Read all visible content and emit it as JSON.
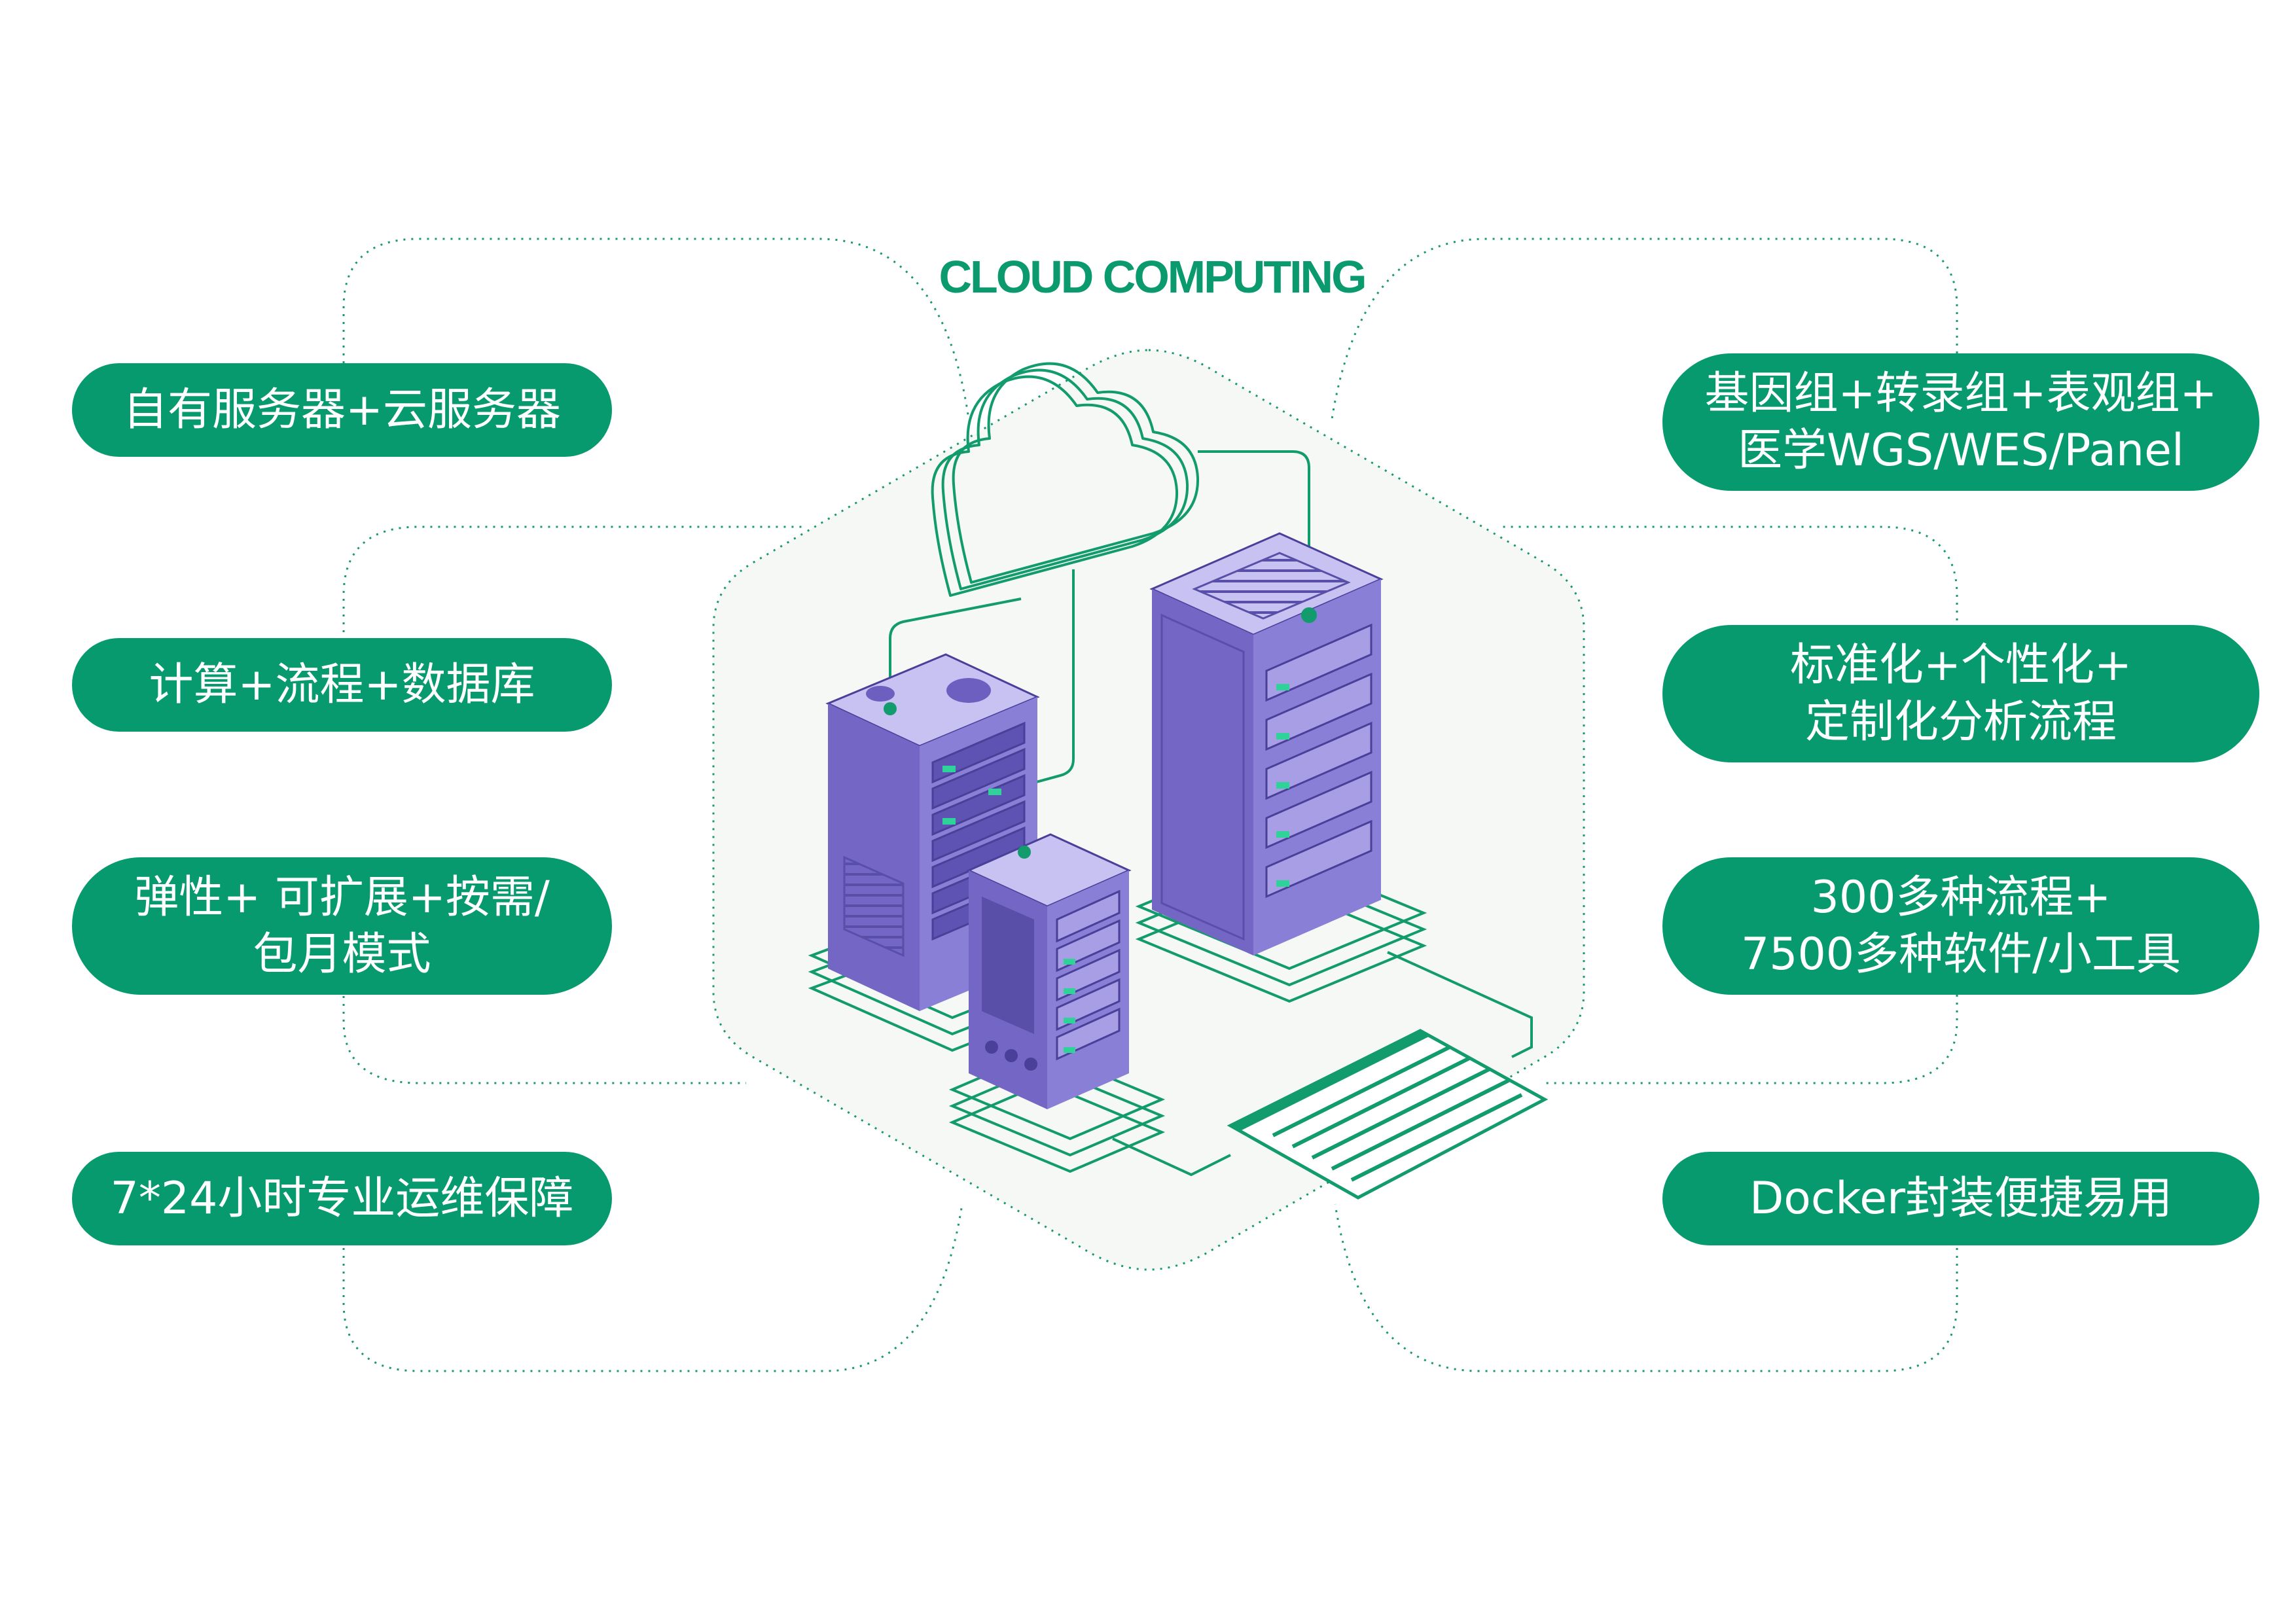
{
  "title": "CLOUD COMPUTING",
  "colors": {
    "accent_green": "#089a6f",
    "server_purple": "#7466c4",
    "server_top": "#c9c3f2",
    "hexagon_fill": "#f6f8f6"
  },
  "left_features": [
    {
      "lines": [
        "自有服务器+云服务器"
      ]
    },
    {
      "lines": [
        "计算+流程+数据库"
      ]
    },
    {
      "lines": [
        "弹性+ 可扩展+按需/",
        "包月模式"
      ]
    },
    {
      "lines": [
        "7*24小时专业运维保障"
      ]
    }
  ],
  "right_features": [
    {
      "lines": [
        "基因组+转录组+表观组+",
        "医学WGS/WES/Panel"
      ]
    },
    {
      "lines": [
        "标准化+个性化+",
        "定制化分析流程"
      ]
    },
    {
      "lines": [
        "300多种流程+",
        "7500多种软件/小工具"
      ]
    },
    {
      "lines": [
        "Docker封装便捷易用"
      ]
    }
  ],
  "icons": [
    "cloud-icon",
    "server-rack-icon",
    "document-icon"
  ]
}
